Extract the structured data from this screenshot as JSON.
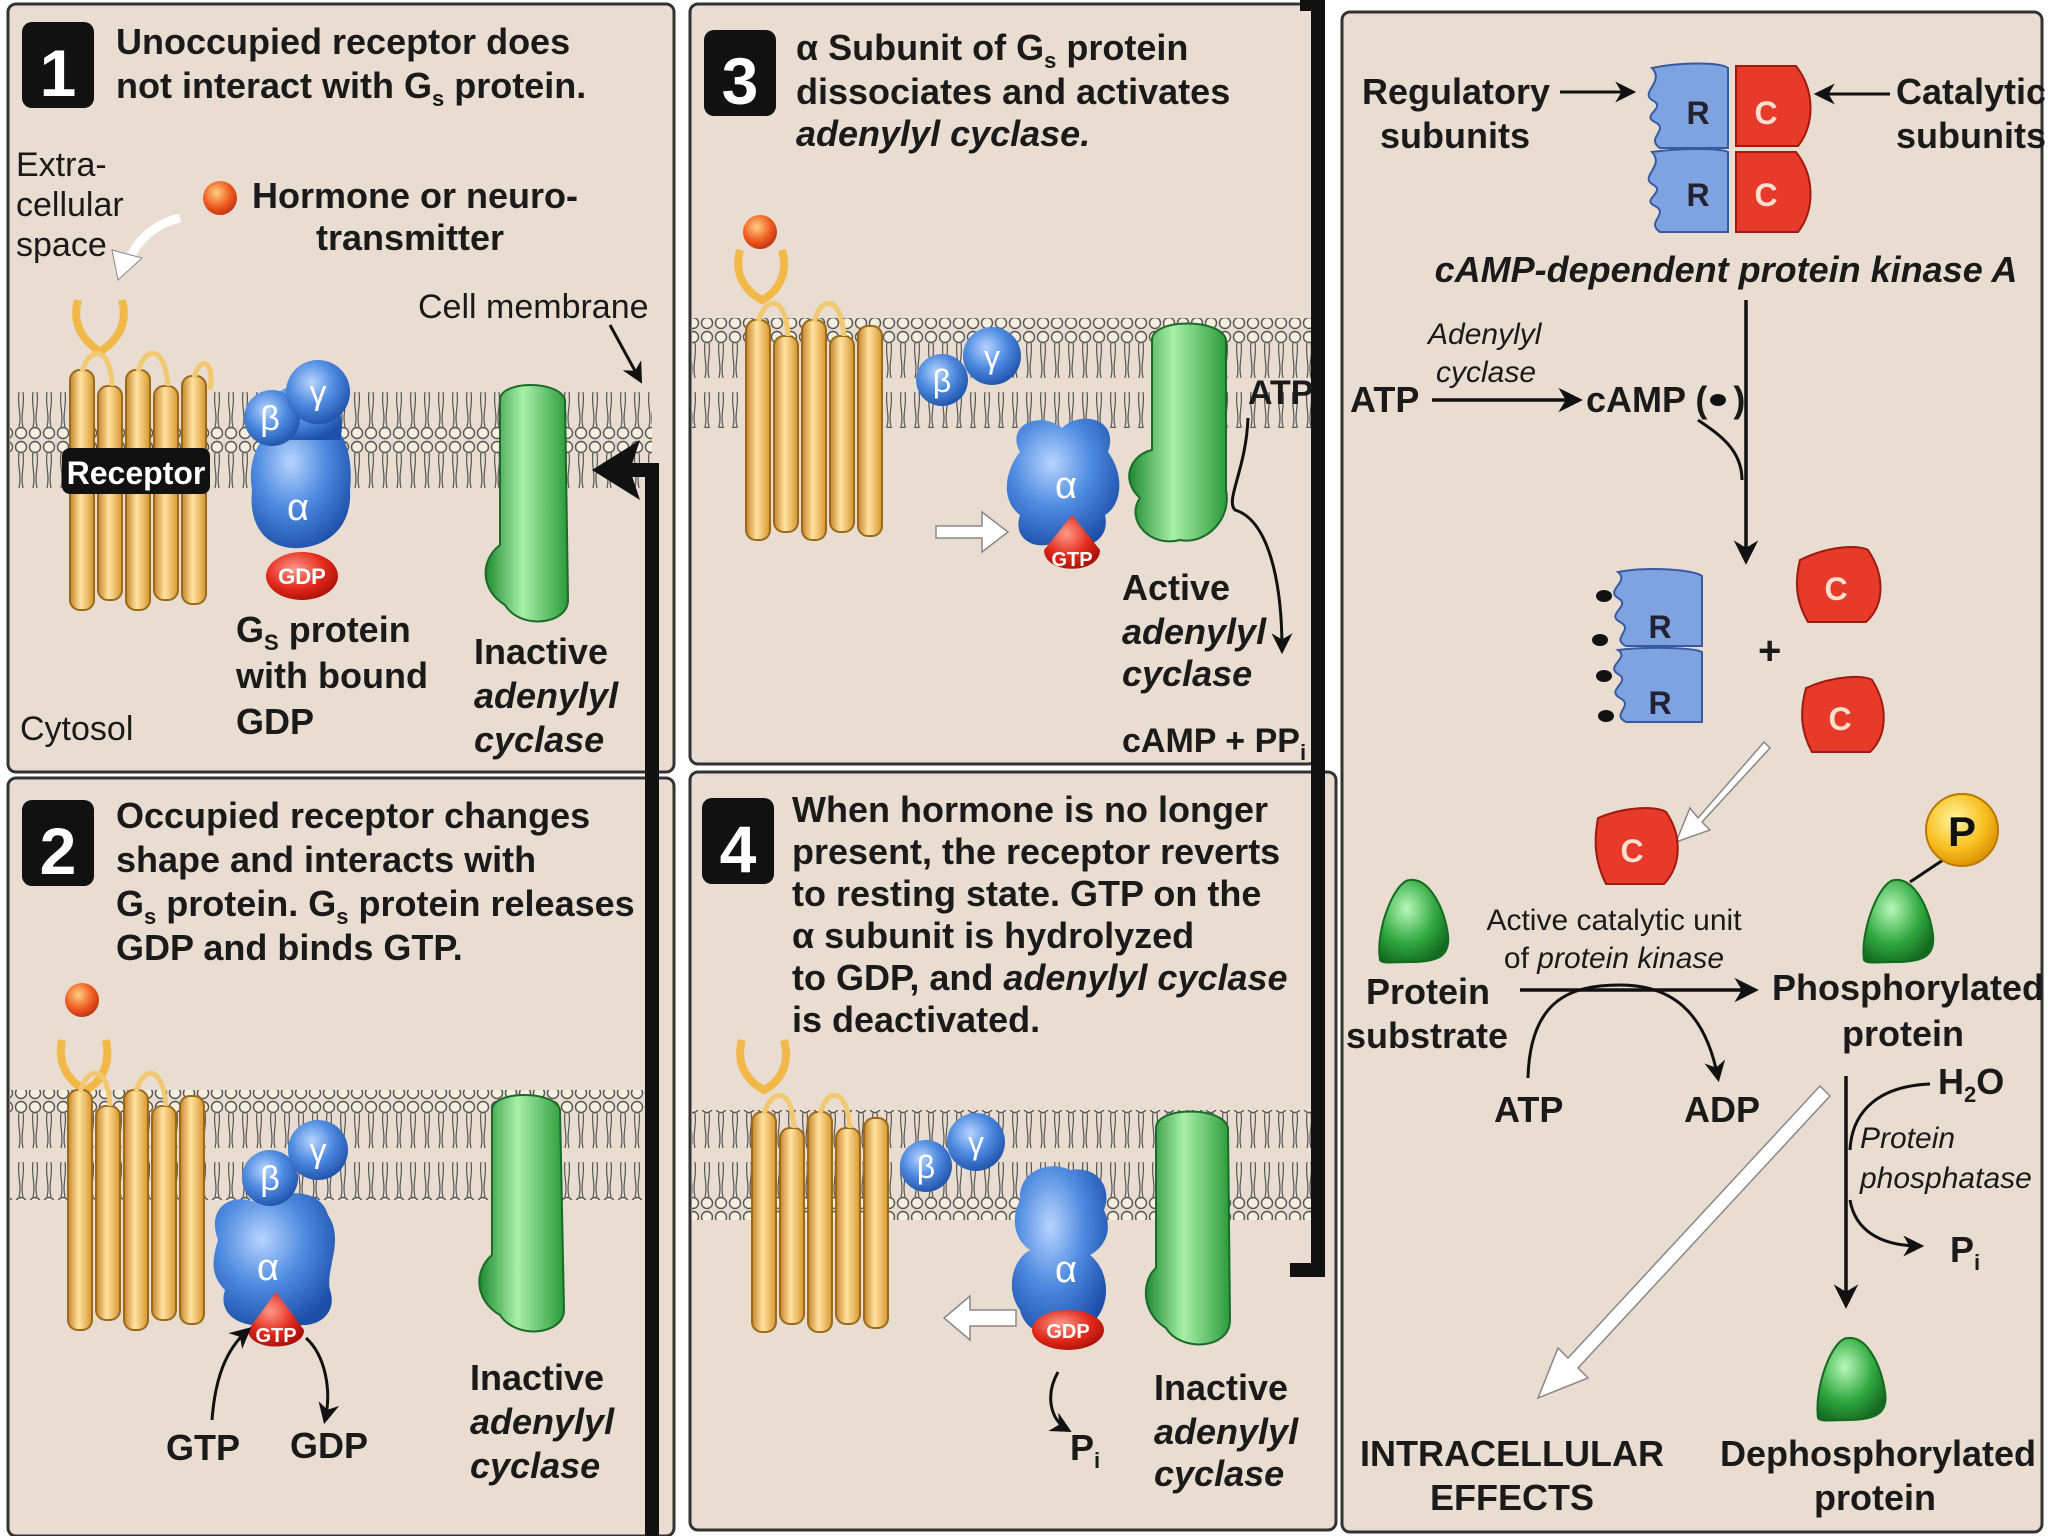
{
  "colors": {
    "panel_bg": "#e8ddd0",
    "panel_border": "#333333",
    "receptor": "#f2b94a",
    "g_protein": "#4a86d6",
    "adenylyl_cyclase": "#38b048",
    "gdp_gtp": "#e02a1a",
    "hormone": "#f05a20",
    "regulatory": "#7fa2e0",
    "catalytic": "#e83a2a",
    "phosphate": "#f8c020"
  },
  "panel1": {
    "number": "1",
    "title_line1": "Unoccupied receptor does",
    "title_line2": "not interact with G",
    "title_line2_sub": "s",
    "title_line2_end": " protein.",
    "extracellular_1": "Extra-",
    "extracellular_2": "cellular",
    "extracellular_3": "space",
    "hormone_1": "Hormone or neuro-",
    "hormone_2": "transmitter",
    "cell_membrane": "Cell membrane",
    "receptor": "Receptor",
    "beta": "β",
    "gamma": "γ",
    "alpha": "α",
    "gdp": "GDP",
    "gs_1": "G",
    "gs_1_sub": "S",
    "gs_1_end": " protein",
    "gs_2": "with bound",
    "gs_3": "GDP",
    "inactive_1": "Inactive",
    "inactive_2": "adenylyl",
    "inactive_3": "cyclase",
    "cytosol": "Cytosol"
  },
  "panel2": {
    "number": "2",
    "title_line1": "Occupied receptor changes",
    "title_line2": "shape and interacts with",
    "title_line3a": "G",
    "title_line3a_sub": "s",
    "title_line3b": " protein. G",
    "title_line3b_sub": "s",
    "title_line3c": " protein releases",
    "title_line4": "GDP and binds GTP.",
    "beta": "β",
    "gamma": "γ",
    "alpha": "α",
    "gtp_badge": "GTP",
    "gtp": "GTP",
    "gdp": "GDP",
    "inactive_1": "Inactive",
    "inactive_2": "adenylyl",
    "inactive_3": "cyclase"
  },
  "panel3": {
    "number": "3",
    "title_line1a": "α Subunit of G",
    "title_line1_sub": "s",
    "title_line1b": " protein",
    "title_line2": "dissociates and activates",
    "title_line3": "adenylyl cyclase.",
    "beta": "β",
    "gamma": "γ",
    "alpha": "α",
    "gtp_badge": "GTP",
    "atp": "ATP",
    "active_1": "Active",
    "active_2": "adenylyl",
    "active_3": "cyclase",
    "camp_ppi": "cAMP + PP",
    "camp_ppi_sub": "i"
  },
  "panel4": {
    "number": "4",
    "title_line1": "When hormone is no longer",
    "title_line2": "present, the receptor reverts",
    "title_line3": "to resting state. GTP on the",
    "title_line4": "α subunit is hydrolyzed",
    "title_line5a": "to GDP, and ",
    "title_line5b": "adenylyl cyclase",
    "title_line6": "is deactivated.",
    "beta": "β",
    "gamma": "γ",
    "alpha": "α",
    "gdp_badge": "GDP",
    "pi": "P",
    "pi_sub": "i",
    "inactive_1": "Inactive",
    "inactive_2": "adenylyl",
    "inactive_3": "cyclase"
  },
  "panel5": {
    "regulatory_1": "Regulatory",
    "regulatory_2": "subunits",
    "catalytic_1": "Catalytic",
    "catalytic_2": "subunits",
    "r": "R",
    "c": "C",
    "pka": "cAMP-dependent protein kinase A",
    "adenylyl_1": "Adenylyl",
    "adenylyl_2": "cyclase",
    "atp": "ATP",
    "camp": "cAMP (",
    "camp_end": ")",
    "plus": "+",
    "active_cat_1": "Active catalytic unit",
    "active_cat_2a": "of ",
    "active_cat_2b": "protein kinase",
    "protein_sub_1": "Protein",
    "protein_sub_2": "substrate",
    "phos_1": "Phosphorylated",
    "phos_2": "protein",
    "p": "P",
    "atp2": "ATP",
    "adp": "ADP",
    "h2o_1": "H",
    "h2o_sub": "2",
    "h2o_2": "O",
    "phosphatase_1": "Protein",
    "phosphatase_2": "phosphatase",
    "pi": "P",
    "pi_sub": "i",
    "intracellular_1": "INTRACELLULAR",
    "intracellular_2": "EFFECTS",
    "dephos_1": "Dephosphorylated",
    "dephos_2": "protein"
  }
}
